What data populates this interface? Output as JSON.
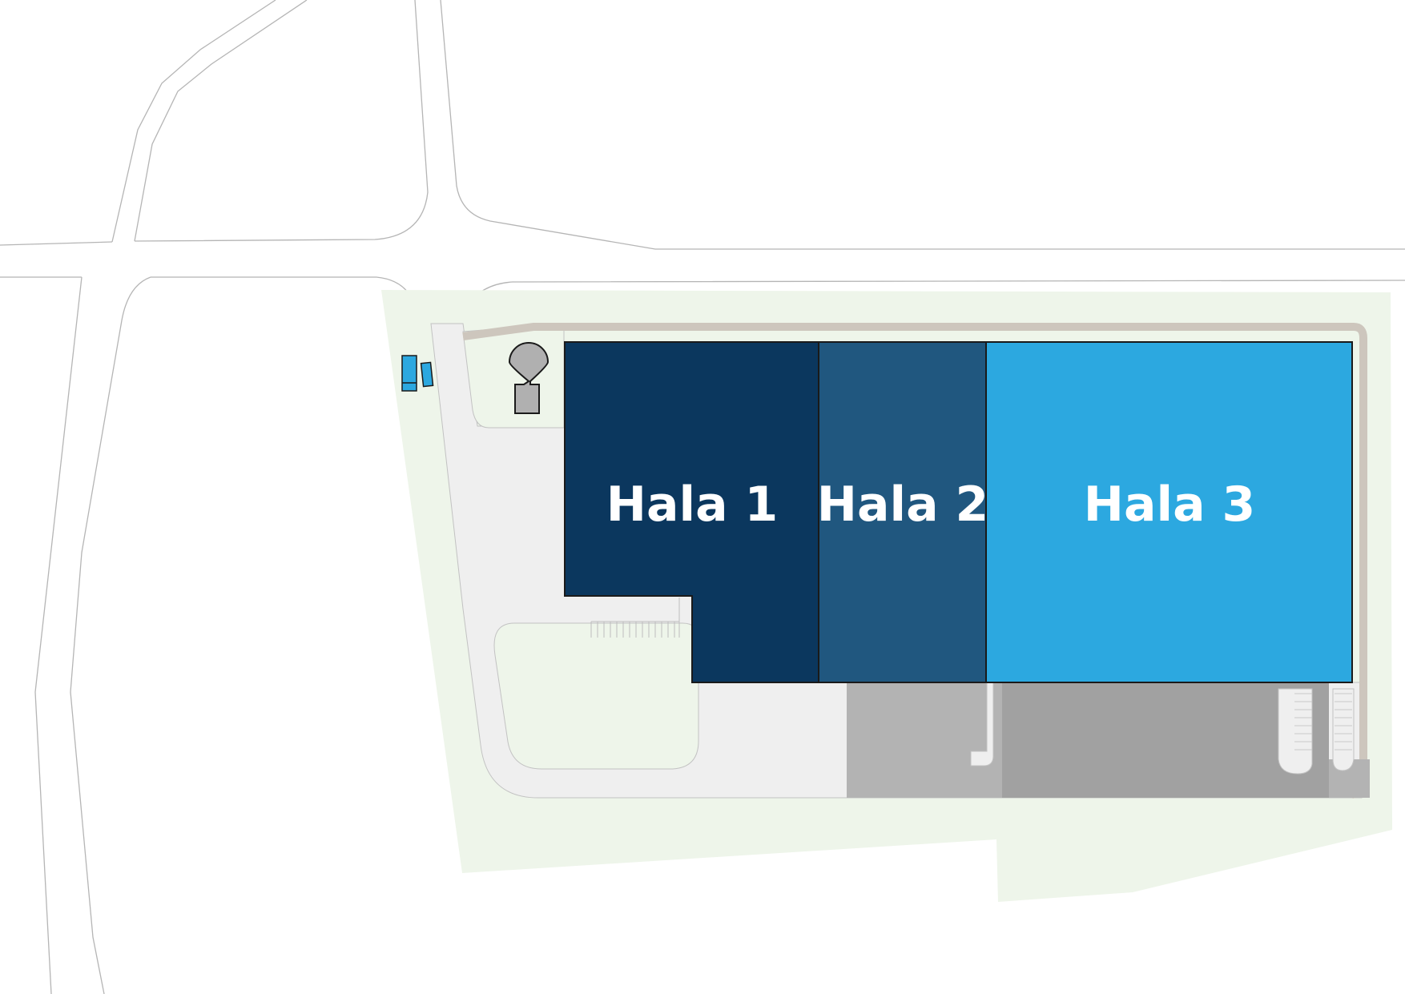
{
  "halls": [
    {
      "id": "hala-1",
      "label": "Hala 1",
      "color": "#0b375e"
    },
    {
      "id": "hala-2",
      "label": "Hala 2",
      "color": "#20577f"
    },
    {
      "id": "hala-3",
      "label": "Hala 3",
      "color": "#2ca8e0"
    }
  ],
  "colors": {
    "background": "#ffffff",
    "road_outline": "#b5b5b5",
    "green_area": "#eef5ea",
    "paved_area": "#efefef",
    "perimeter_path": "#cdc6bd",
    "parking_light": "#b3b3b3",
    "parking_dark": "#a1a1a1",
    "outline": "#1a1a1a",
    "accent_blue": "#2ca8e0"
  },
  "icons": {
    "utility_structure": "water-tower-icon",
    "vehicles": "truck-icon"
  }
}
